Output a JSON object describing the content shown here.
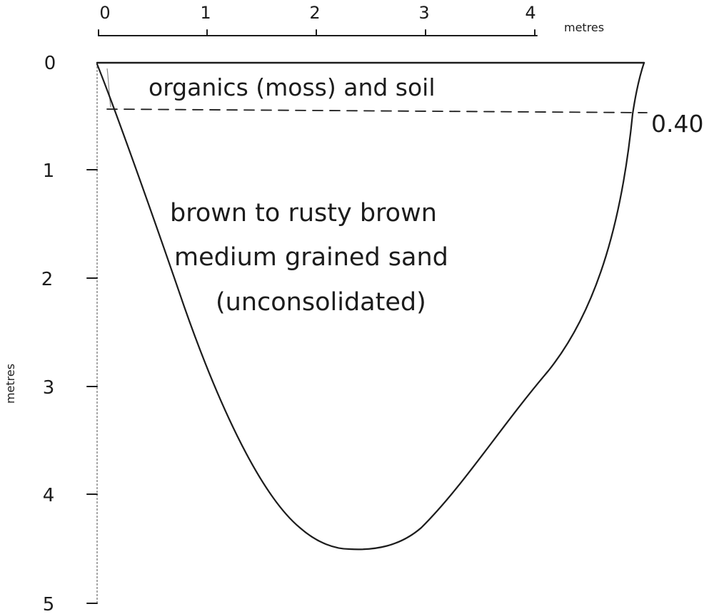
{
  "top_axis": {
    "unit_label": "metres",
    "ticks": [
      "0",
      "1",
      "2",
      "3",
      "4"
    ]
  },
  "left_axis": {
    "unit_label": "metres",
    "ticks": [
      "0",
      "1",
      "2",
      "3",
      "4",
      "5"
    ]
  },
  "layers": {
    "upper_label": "organics (moss) and soil",
    "boundary_depth": "0.40",
    "lower_label_lines": [
      "brown to rusty brown",
      "medium grained sand",
      "(unconsolidated)"
    ]
  },
  "colors": {
    "ink": "#1c1c1c",
    "faint_ink": "#8a8a8a",
    "paper": "#ffffff"
  }
}
